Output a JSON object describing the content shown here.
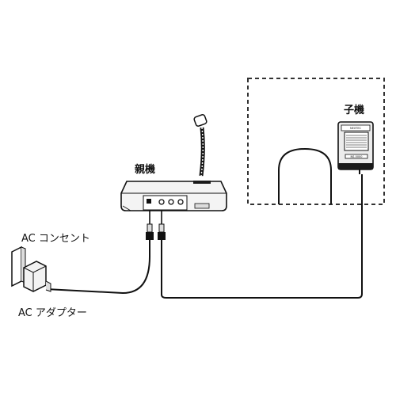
{
  "labels": {
    "parent_unit": "親機",
    "child_unit": "子機",
    "ac_outlet": "AC コンセント",
    "ac_adapter": "AC アダプター"
  },
  "device_markings": {
    "brand": "NEXTEC",
    "model": "NS-0000"
  },
  "icons": {
    "parent": "desk-microphone-transmitter",
    "child": "wall-receiver-speaker",
    "outlet": "wall-outlet",
    "adapter": "ac-adapter-plug",
    "plugs": "audio-jack-plugs",
    "room": "separate-room-boundary",
    "door": "arched-door"
  },
  "colors": {
    "line": "#111111",
    "room_border": "#333333",
    "device_fill": "#f2f2f2",
    "device_dark": "#1a1a1a"
  }
}
